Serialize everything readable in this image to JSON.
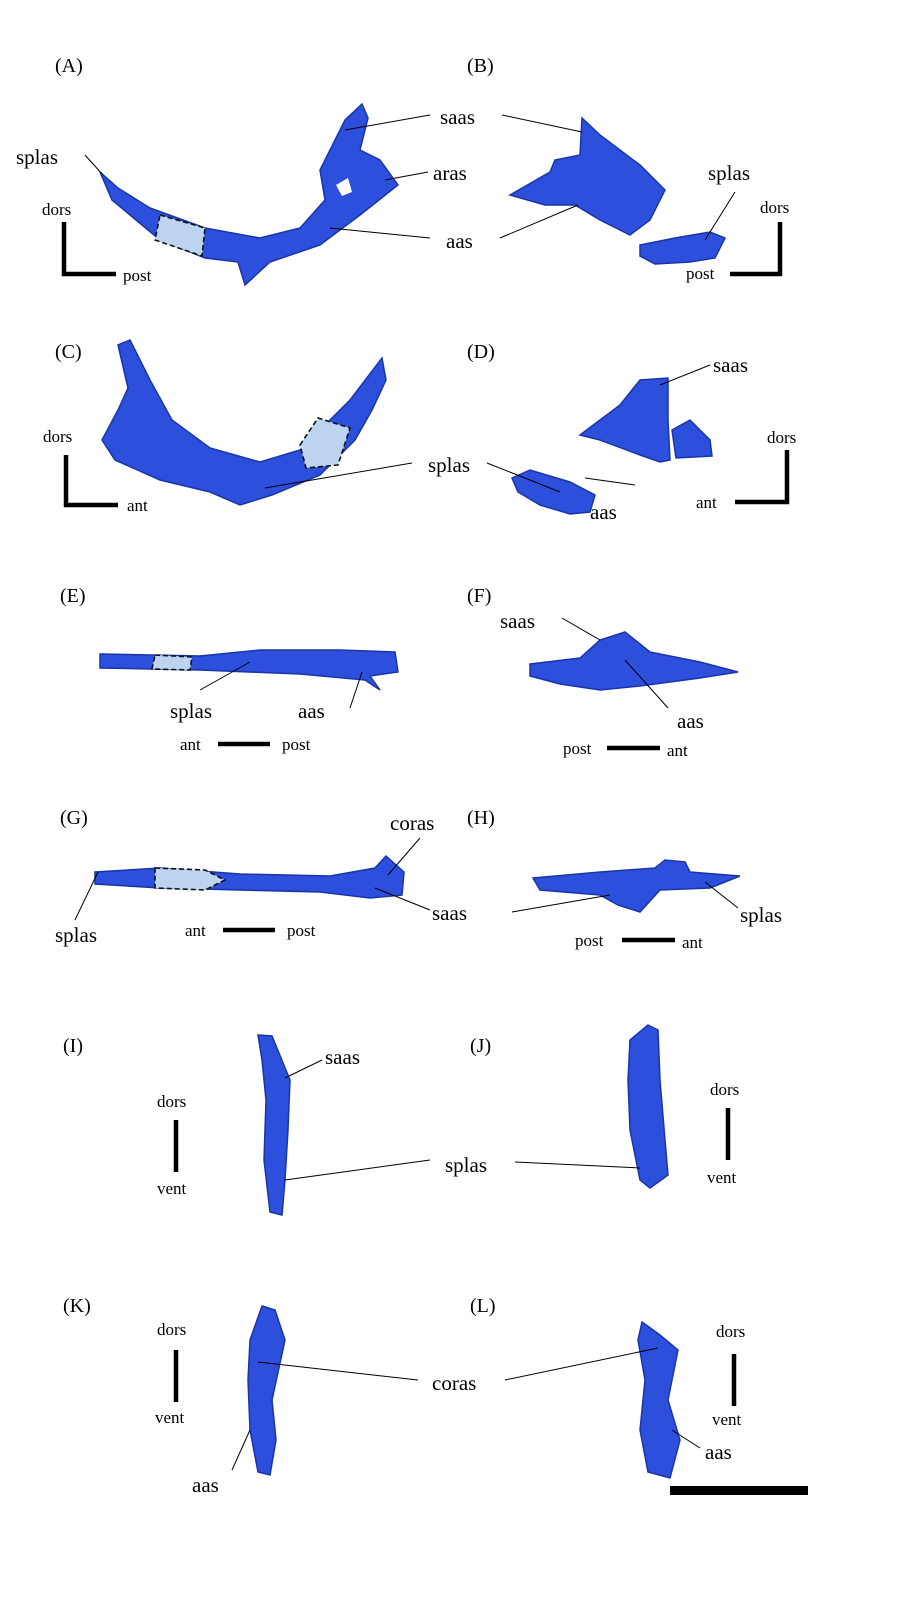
{
  "panels": {
    "A": "(A)",
    "B": "(B)",
    "C": "(C)",
    "D": "(D)",
    "E": "(E)",
    "F": "(F)",
    "G": "(G)",
    "H": "(H)",
    "I": "(I)",
    "J": "(J)",
    "K": "(K)",
    "L": "(L)"
  },
  "labels": {
    "saas": "saas",
    "aras": "aras",
    "aas": "aas",
    "splas": "splas",
    "coras": "coras"
  },
  "directions": {
    "dors": "dors",
    "post": "post",
    "ant": "ant",
    "vent": "vent"
  },
  "colors": {
    "bone": "#2c4fdc",
    "highlight": "#bcd4f0"
  }
}
